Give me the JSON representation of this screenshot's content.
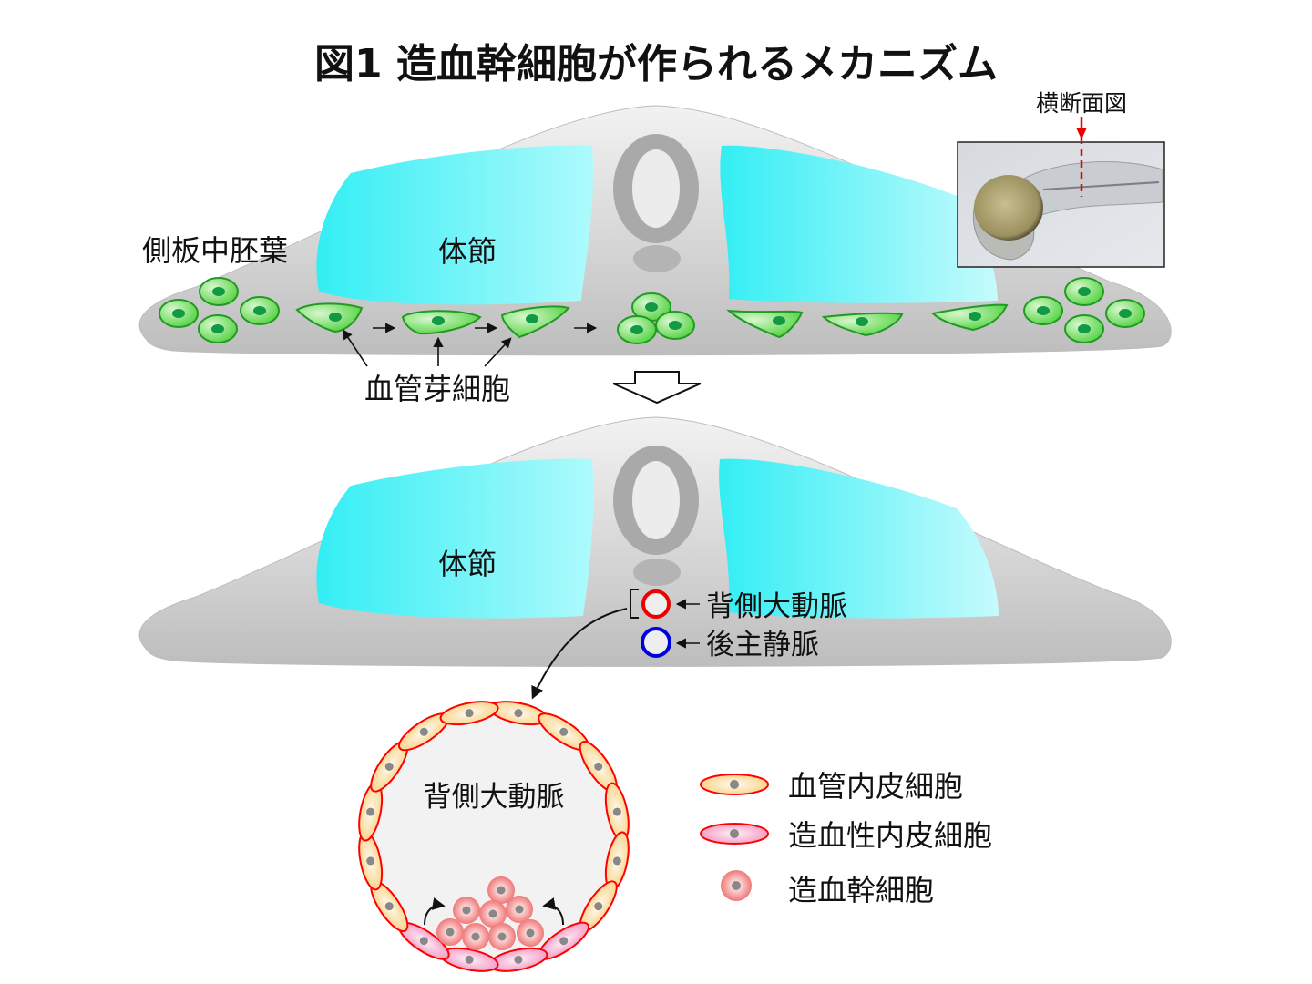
{
  "title": "図1 造血幹細胞が作られるメカニズム",
  "inset": {
    "label": "横断面図",
    "image_description_icon": "zebrafish-embryo-photo"
  },
  "top_section": {
    "lpm_label": "側板中胚葉",
    "somite_label": "体節",
    "angioblast_label": "血管芽細胞"
  },
  "bottom_section": {
    "somite_label": "体節",
    "dorsal_aorta_label": "背側大動脈",
    "cardinal_vein_label": "後主静脈"
  },
  "aorta_detail": {
    "label": "背側大動脈"
  },
  "legend": {
    "items": [
      {
        "label": "血管内皮細胞",
        "icon": "vascular-endothelial-cell-icon"
      },
      {
        "label": "造血性内皮細胞",
        "icon": "hemogenic-endothelial-cell-icon"
      },
      {
        "label": "造血幹細胞",
        "icon": "hematopoietic-stem-cell-icon"
      }
    ]
  },
  "colors": {
    "somite": "#33f0f5",
    "tissue": "#cccccc",
    "angioblast": "#66dd55",
    "dorsal_aorta": "#ee0000",
    "cardinal_vein": "#0000dd",
    "endothelial_fill": "#fbd99a",
    "endothelial_border": "#ff0000",
    "hemogenic_fill": "#f7aacd",
    "marker": "#ee0000"
  }
}
